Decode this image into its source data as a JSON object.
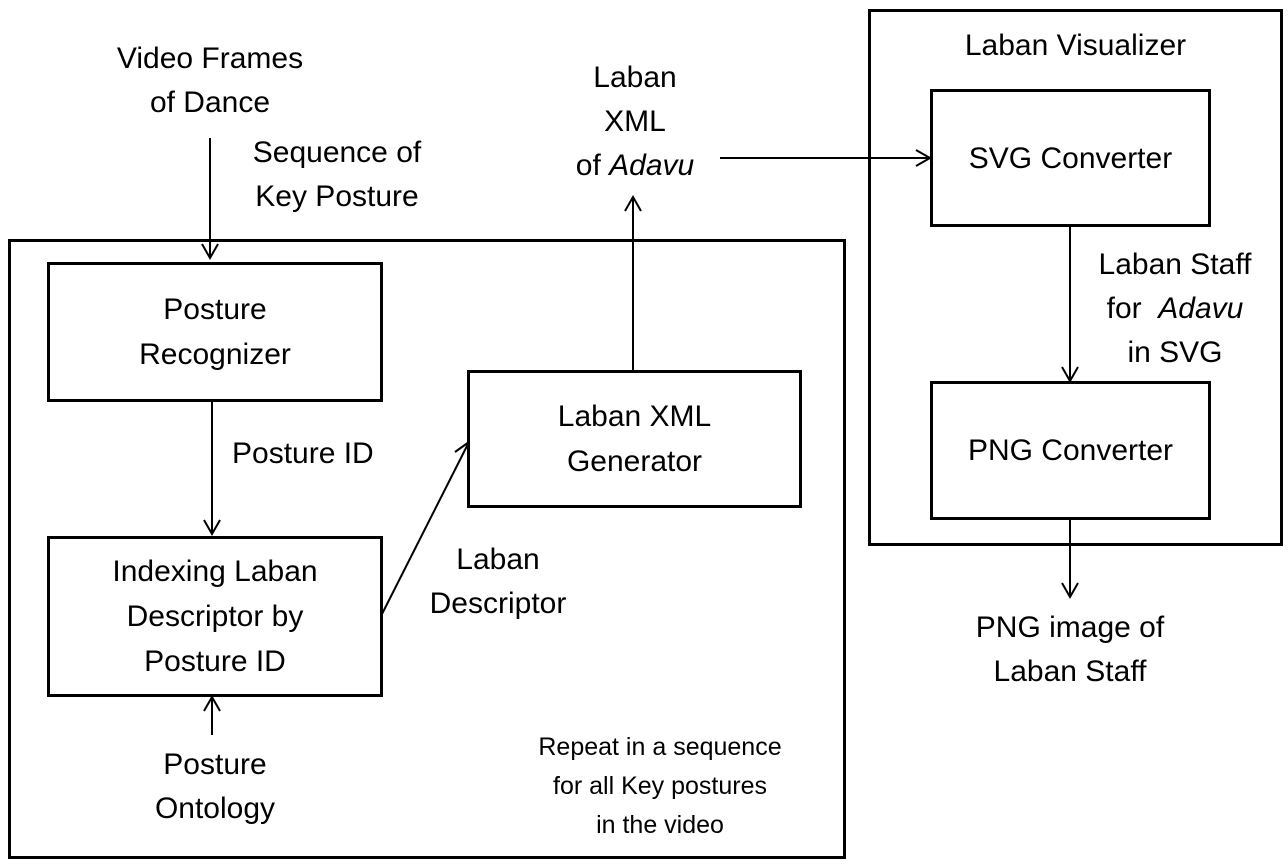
{
  "pipeline_box": {
    "note_lines": [
      "Repeat in a sequence",
      "for all Key postures",
      "in the video"
    ]
  },
  "visualizer_box": {
    "title": "Laban Visualizer"
  },
  "nodes": {
    "posture_recognizer": [
      "Posture",
      "Recognizer"
    ],
    "indexing_descriptor": [
      "Indexing Laban",
      "Descriptor by",
      "Posture ID"
    ],
    "xml_generator": [
      "Laban XML",
      "Generator"
    ],
    "svg_converter": [
      "SVG Converter"
    ],
    "png_converter": [
      "PNG Converter"
    ]
  },
  "labels": {
    "video_frames": [
      "Video Frames",
      "of Dance"
    ],
    "sequence_key_posture": [
      "Sequence of",
      "Key Posture"
    ],
    "laban_xml_of": [
      "Laban",
      "XML",
      "of "
    ],
    "laban_xml_of_italic": "Adavu",
    "posture_id": "Posture ID",
    "laban_descriptor": [
      "Laban",
      "Descriptor"
    ],
    "posture_ontology": [
      "Posture",
      "Ontology"
    ],
    "laban_staff_for": [
      "Laban Staff",
      "for  ",
      "in SVG"
    ],
    "laban_staff_for_italic": "Adavu",
    "png_image": [
      "PNG image of",
      "Laban Staff"
    ]
  }
}
